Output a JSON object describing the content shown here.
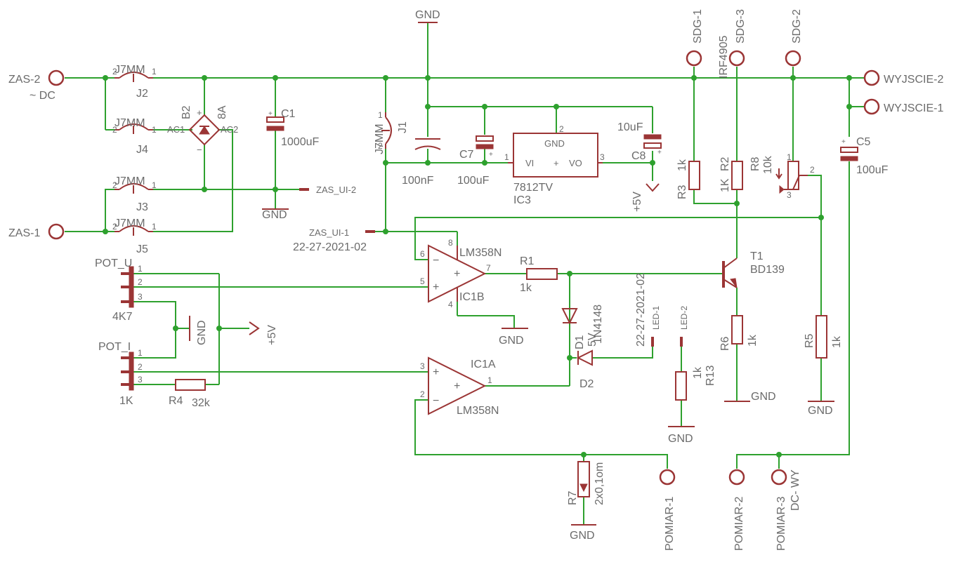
{
  "labels": {
    "zas2": "ZAS-2",
    "dc_in": "~ DC",
    "zas1": "ZAS-1",
    "j7mm": "J7MM",
    "j2": "J2",
    "j4": "J4",
    "j3": "J3",
    "j5": "J5",
    "j1": "J1",
    "b2": "B2",
    "b2_rating": "8A",
    "ac1": "AC1",
    "ac2": "AC2",
    "c1": "C1",
    "c1_val": "1000uF",
    "zas_ui_2": "ZAS_UI-2",
    "zas_ui_1": "ZAS_UI-1",
    "date": "22-27-2021-02",
    "gnd": "GND",
    "plus5v": "+5V",
    "c7": "C7",
    "c7_val": "100uF",
    "c100n_val": "100nF",
    "ic3": "IC3",
    "ic3_val": "7812TV",
    "vi": "VI",
    "vo": "VO",
    "c8": "C8",
    "c8_val": "10uF",
    "sdg1": "SDG-1",
    "sdg3": "SDG-3",
    "sdg2": "SDG-2",
    "irf": "IRF4905",
    "wy2": "WYJSCIE-2",
    "wy1": "WYJSCIE-1",
    "c5": "C5",
    "c5_val": "100uF",
    "r3": "R3",
    "r2": "R2",
    "r8": "R8",
    "r1": "R1",
    "r6": "R6",
    "r5": "R5",
    "r13": "R13",
    "r4": "R4",
    "r7": "R7",
    "val_1k": "1k",
    "val_1K": "1K",
    "val_10k": "10k",
    "val_32k": "32k",
    "val_r7": "2x0,1om",
    "val_4k7": "4K7",
    "ic1b": "IC1B",
    "ic1a": "IC1A",
    "lm358": "LM358N",
    "t1": "T1",
    "t1_val": "BD139",
    "d1": "D1",
    "d1_val": "1N4148",
    "d2": "D2",
    "d2_val": "5V",
    "led1": "LED-1",
    "led2": "LED-2",
    "pot_u": "POT_U",
    "pot_i": "POT_I",
    "pomiar1": "POMIAR-1",
    "pomiar2": "POMIAR-2",
    "pomiar3": "POMIAR-3",
    "dc_wy": "DC- WY",
    "pin1": "1",
    "pin2": "2",
    "pin3": "3",
    "pin4": "4",
    "pin5": "5",
    "pin6": "6",
    "pin7": "7",
    "pin8": "8",
    "plus": "+",
    "minus": "−"
  },
  "colors": {
    "wire": "#2ea12e",
    "part": "#9b3535",
    "text": "#6b6b6b"
  }
}
